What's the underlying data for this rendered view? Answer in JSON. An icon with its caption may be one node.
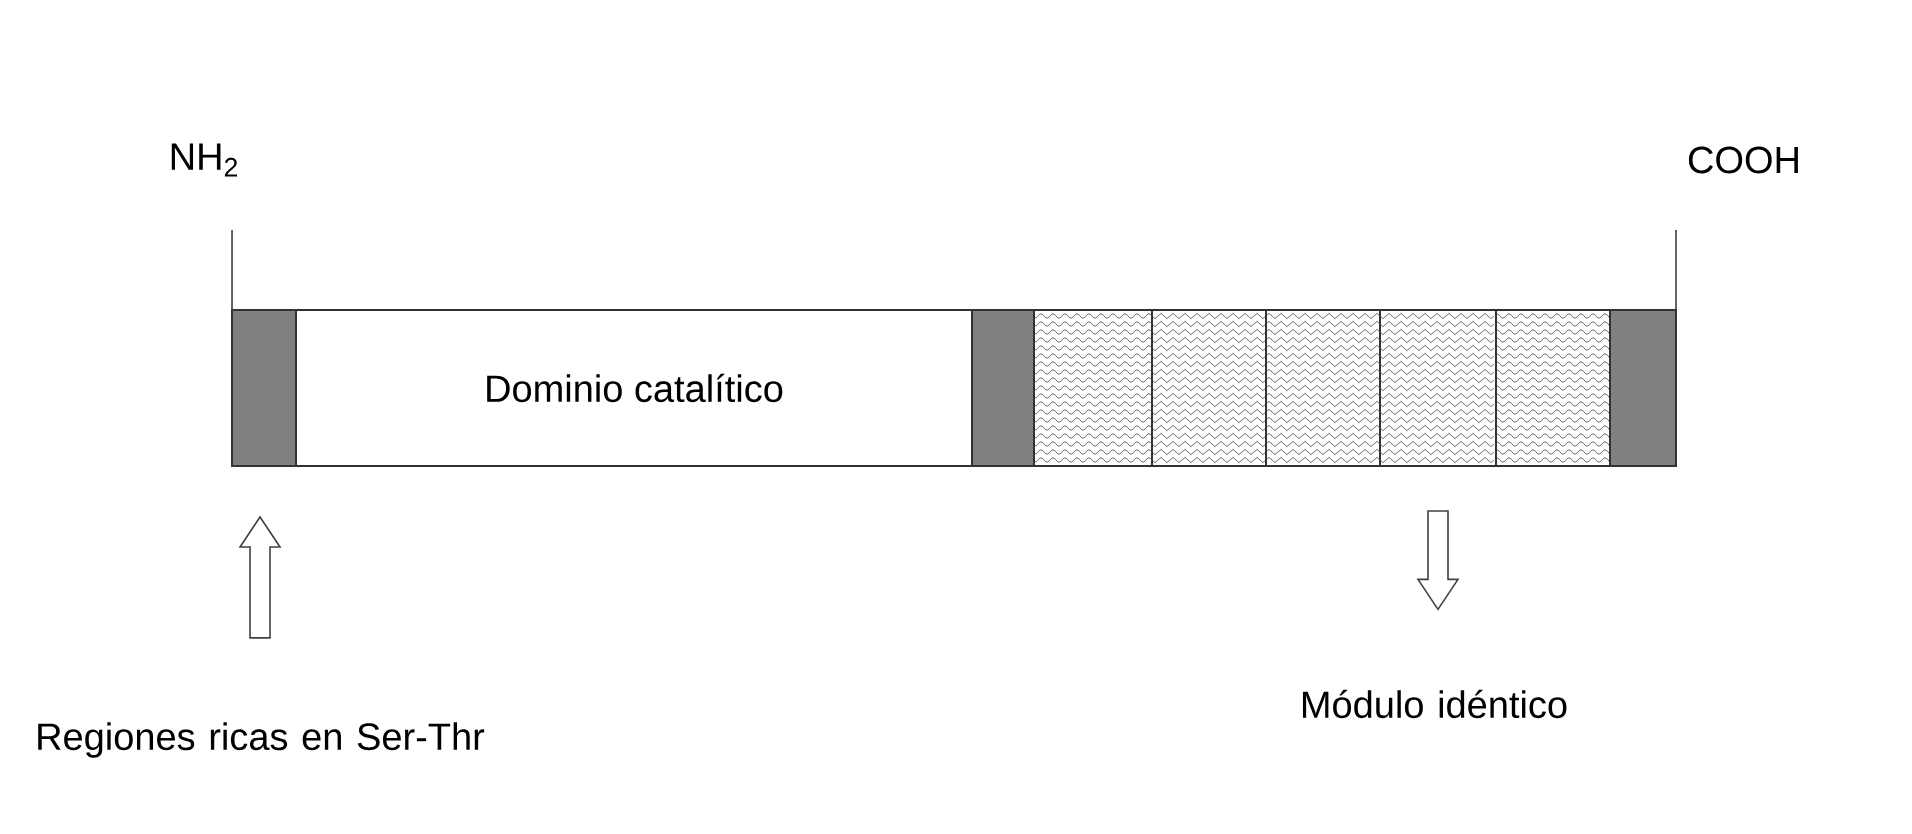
{
  "diagram": {
    "nodes": [
      {
        "text": [],
        "shape": "box"
      },
      {
        "text": [
          "Dominio catalítico"
        ]
      },
      {
        "text": [],
        "shape": "box"
      },
      {
        "text": [],
        "shape": "box"
      },
      {
        "text": [],
        "shape": "box"
      },
      {
        "text": [],
        "shape": "box"
      },
      {
        "text": [],
        "shape": "box"
      },
      {
        "text": [],
        "shape": "box"
      },
      {
        "text": [],
        "shape": "box"
      },
      {
        "text": [
          "Regiones ricas en Ser-Thr"
        ]
      },
      {
        "text": [
          "Módulo idéntico"
        ]
      }
    ],
    "edges": [
      {
        "from": 9,
        "to": 0,
        "arrow": "to"
      },
      {
        "from": 6,
        "to": 10,
        "arrow": "to"
      }
    ],
    "labels": [
      "NH$_{2}$",
      "COOH"
    ]
  }
}
